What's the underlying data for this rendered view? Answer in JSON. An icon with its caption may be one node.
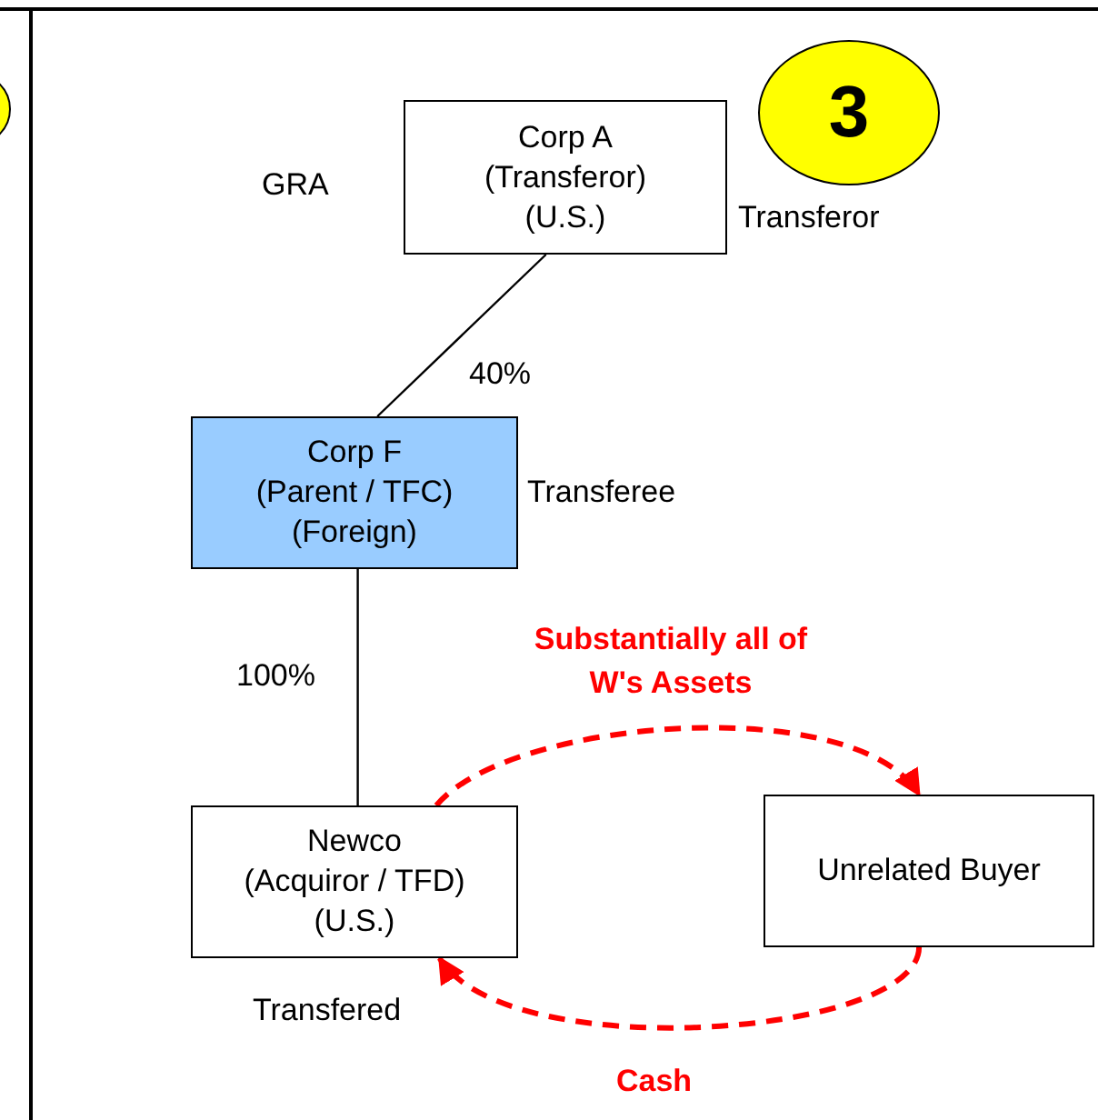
{
  "diagram": {
    "nodes": [
      {
        "text": [
          "Corp A (Transferor) (U.S.)"
        ],
        "beside": [
          "Transferor"
        ]
      },
      {
        "text": [
          "Corp F (Parent / TFC) (Foreign)"
        ],
        "beside": [
          "Transferee"
        ]
      },
      {
        "text": [
          "Newco (Acquiror / TFD) (U.S.)"
        ],
        "beside": [
          "Transfered"
        ]
      },
      {
        "text": [
          "Unrelated Buyer"
        ]
      },
      {
        "text": [
          "3"
        ]
      },
      {
        "text": [],
        "shape": "circle"
      }
    ],
    "edges": [
      {
        "from": 0,
        "to": 1,
        "arrow": "none",
        "label": "40%"
      },
      {
        "from": 1,
        "to": 2,
        "arrow": "none",
        "label": "100%"
      },
      {
        "from": 2,
        "to": 3,
        "arrow": "to",
        "label": "Substantially all of W's Assets",
        "style": "dashed",
        "color": "#ff0000"
      },
      {
        "from": 3,
        "to": 2,
        "arrow": "to",
        "label": "Cash",
        "style": "dashed",
        "color": "#ff0000"
      }
    ],
    "labels": [
      "GRA"
    ]
  }
}
